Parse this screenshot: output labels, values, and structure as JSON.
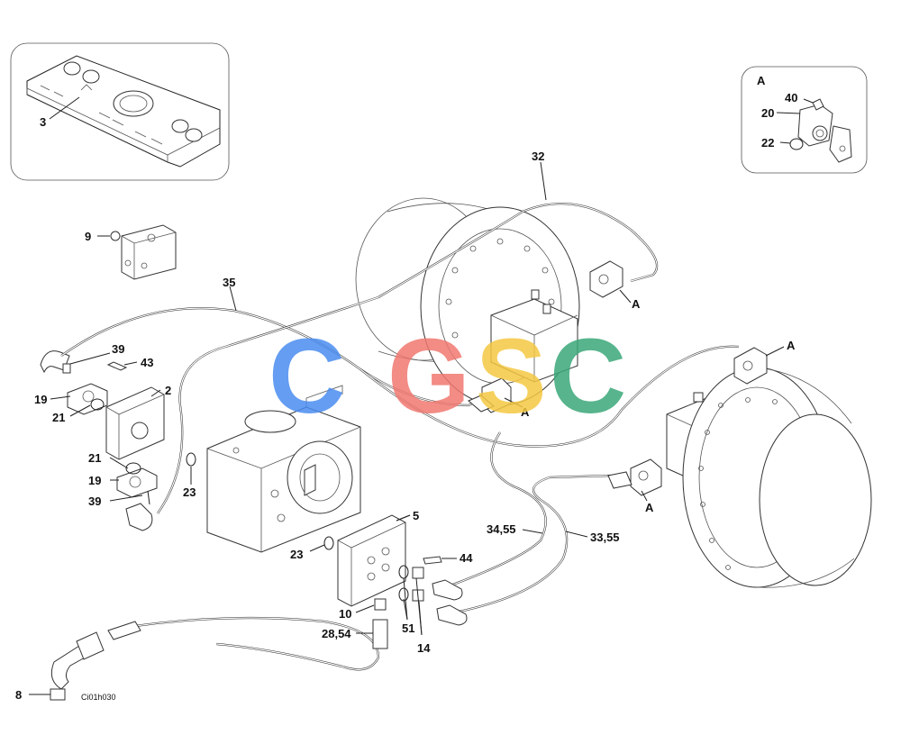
{
  "watermark": {
    "letters": [
      {
        "char": "C",
        "color": "#4a8cf0"
      },
      {
        "char": "G",
        "color": "#f07870"
      },
      {
        "char": "S",
        "color": "#f5c842"
      },
      {
        "char": "C",
        "color": "#3aa878"
      }
    ]
  },
  "inset_a": {
    "title": "A",
    "labels": [
      "40",
      "20",
      "22"
    ]
  },
  "labels": {
    "dash": "3",
    "fitting": "9",
    "hose_main": "35",
    "hose_top": "32",
    "l39a": "39",
    "l43": "43",
    "l19a": "19",
    "l21a": "21",
    "l2": "2",
    "l21b": "21",
    "l19b": "19",
    "l39b": "39",
    "l23a": "23",
    "l23b": "23",
    "l5": "5",
    "l44": "44",
    "l10": "10",
    "l2854": "28,54",
    "l51": "51",
    "l14": "14",
    "l3455": "34,55",
    "l3355": "33,55",
    "l8": "8",
    "a1": "A",
    "a2": "A",
    "a3": "A",
    "a4": "A"
  },
  "drawing_code": "Ci01h030"
}
